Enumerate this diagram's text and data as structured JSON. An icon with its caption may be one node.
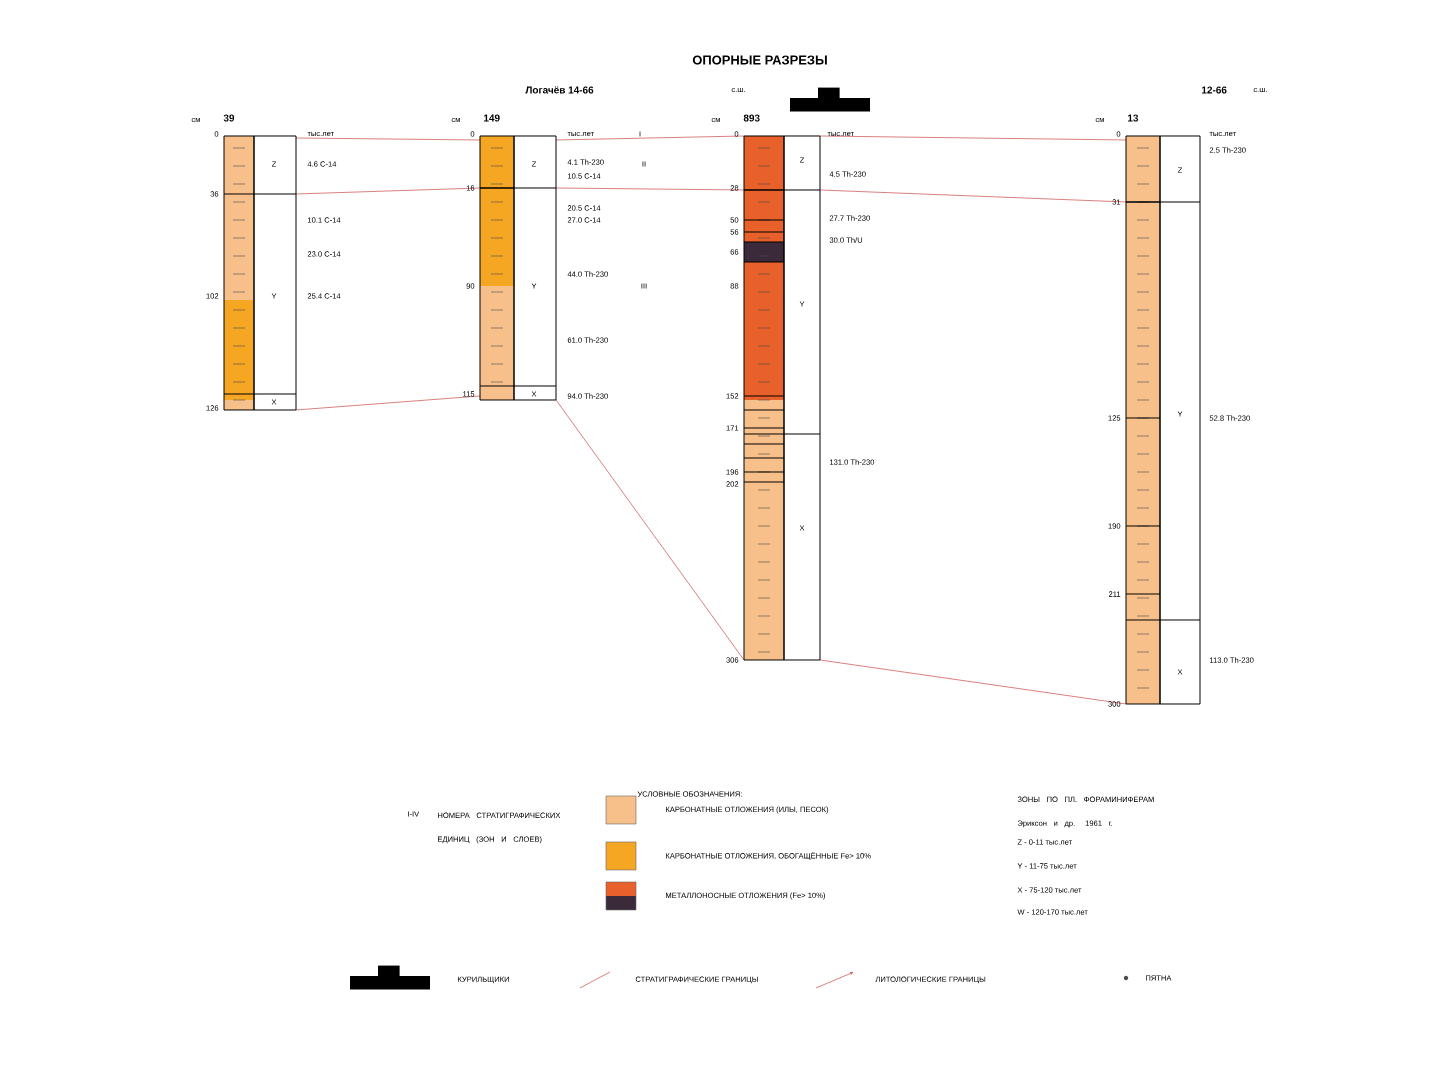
{
  "diagram": {
    "title": "ОПОРНЫЕ РАЗРЕЗЫ",
    "labels": [
      "Логачёв 14-66",
      "с.ш.",
      "12-66",
      "с.ш.",
      "см",
      "39",
      "см",
      "149",
      "см",
      "893",
      "см",
      "13",
      "тыс.лет",
      "тыс.лет",
      "тыс.лет",
      "тыс.лет",
      "0",
      "36",
      "102",
      "126",
      "0",
      "16",
      "90",
      "115",
      "0",
      "28",
      "50",
      "56",
      "66",
      "88",
      "152",
      "171",
      "196",
      "202",
      "306",
      "0",
      "31",
      "125",
      "190",
      "211",
      "300",
      "4.6 C-14",
      "10.1 C-14",
      "23.0 C-14",
      "25.4 C-14",
      "4.1 Th-230",
      "10.5 C-14",
      "20.5 C-14",
      "27.0 C-14",
      "44.0 Th-230",
      "61.0 Th-230",
      "94.0 Th-230",
      "4.5 Th-230",
      "27.7 Th-230",
      "30.0 Th/U",
      "131.0 Th-230",
      "2.5 Th-230",
      "52.8 Th-230",
      "113.0 Th-230",
      "Z",
      "Y",
      "X",
      "Z",
      "Y",
      "X",
      "Z",
      "Y",
      "X",
      "Z",
      "Y",
      "X",
      "I",
      "II",
      "III",
      "УСЛОВНЫЕ ОБОЗНАЧЕНИЯ:",
      "I-IV",
      "НОМЕРА СТРАТИГРАФИЧЕСКИХ ЕДИНИЦ (ЗОН И СЛОЕВ)",
      "ЗОНЫ ПО ПЛ. ФОРАМИНИФЕРАМ Эриксон и др. 1961 г.",
      "Z - 0-11 тыс.лет",
      "Y - 11-75 тыс.лет",
      "X - 75-120 тыс.лет",
      "W - 120-170 тыс.лет"
    ],
    "legend": [
      {
        "text": "КАРБОНАТНЫЕ ОТЛОЖЕНИЯ (ИЛЫ, ПЕСОК)",
        "color": "#f7c08a"
      },
      {
        "text": "КАРБОНАТНЫЕ ОТЛОЖЕНИЯ, ОБОГАЩЁННЫЕ Fe> 10%",
        "color": "#f5a623"
      },
      {
        "text": "МЕТАЛЛОНОСНЫЕ ОТЛОЖЕНИЯ (Fe> 10%)",
        "color": "#e8602a"
      },
      {
        "text": "КУРИЛЬЩИКИ"
      },
      {
        "text": "СТРАТИГРАФИЧЕСКИЕ ГРАНИЦЫ"
      },
      {
        "text": "ЛИТОЛОГИЧЕСКИЕ ГРАНИЦЫ"
      },
      {
        "text": "ПЯТНА"
      }
    ]
  }
}
